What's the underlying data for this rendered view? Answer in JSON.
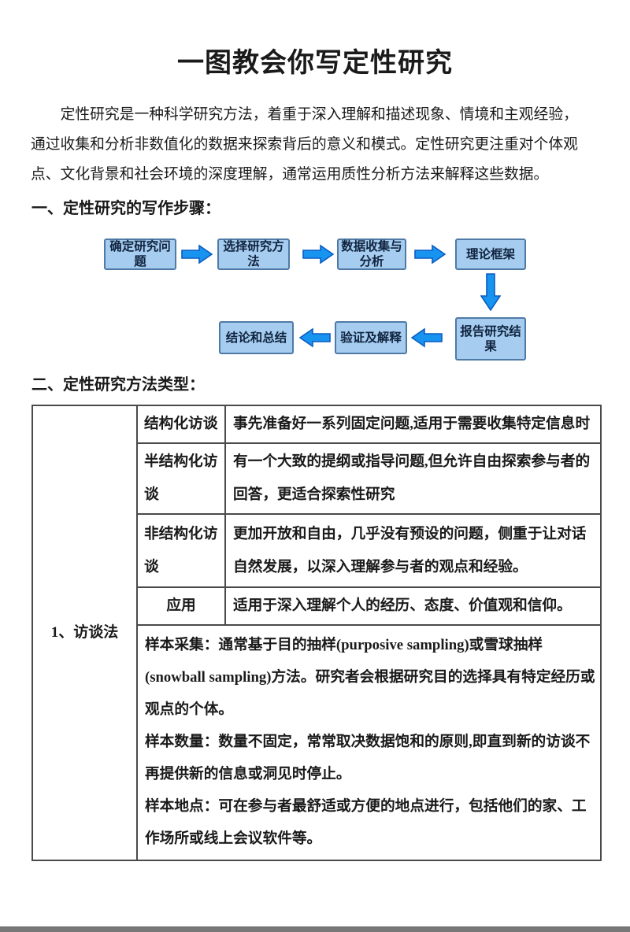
{
  "page": {
    "title": "一图教会你写定性研究",
    "intro_lines": [
      "定性研究是一种科学研究方法，着重于深入理解和描述现象、情境和主观经验，",
      "通过收集和分析非数值化的数据来探索背后的意义和模式。定性研究更注重对个体观",
      "点、文化背景和社会环境的深度理解，通常运用质性分析方法来解释这些数据。"
    ],
    "section1_heading": "一、定性研究的写作步骤：",
    "section2_heading": "二、定性研究方法类型："
  },
  "flowchart": {
    "steps": [
      "确定研究问题",
      "选择研究方法",
      "数据收集与分析",
      "理论框架",
      "报告研究结果",
      "验证及解释",
      "结论和总结"
    ],
    "colors": {
      "box_fill": "#a6cdf0",
      "box_border": "#4f7aa6",
      "arrow_fill": "#1793f0",
      "arrow_border": "#0b5cc0"
    }
  },
  "table": {
    "group_label": "1、访谈法",
    "rows": [
      {
        "label": "结构化访谈",
        "desc": "事先准备好一系列固定问题,适用于需要收集特定信息时"
      },
      {
        "label": "半结构化访谈",
        "desc": "有一个大致的提纲或指导问题,但允许自由探索参与者的回答，更适合探索性研究"
      },
      {
        "label": "非结构化访谈",
        "desc": "更加开放和自由，几乎没有预设的问题，侧重于让对话自然发展，以深入理解参与者的观点和经验。"
      },
      {
        "label": "应用",
        "desc": "适用于深入理解个人的经历、态度、价值观和信仰。"
      }
    ],
    "sampling_paragraphs": [
      "样本采集：通常基于目的抽样(purposive sampling)或雪球抽样(snowball sampling)方法。研究者会根据研究目的选择具有特定经历或观点的个体。",
      "样本数量：数量不固定，常常取决数据饱和的原则,即直到新的访谈不再提供新的信息或洞见时停止。",
      "样本地点：可在参与者最舒适或方便的地点进行，包括他们的家、工作场所或线上会议软件等。"
    ],
    "colors": {
      "border": "#4a4a4a"
    }
  },
  "footer": {
    "bar_color": "#787878"
  }
}
